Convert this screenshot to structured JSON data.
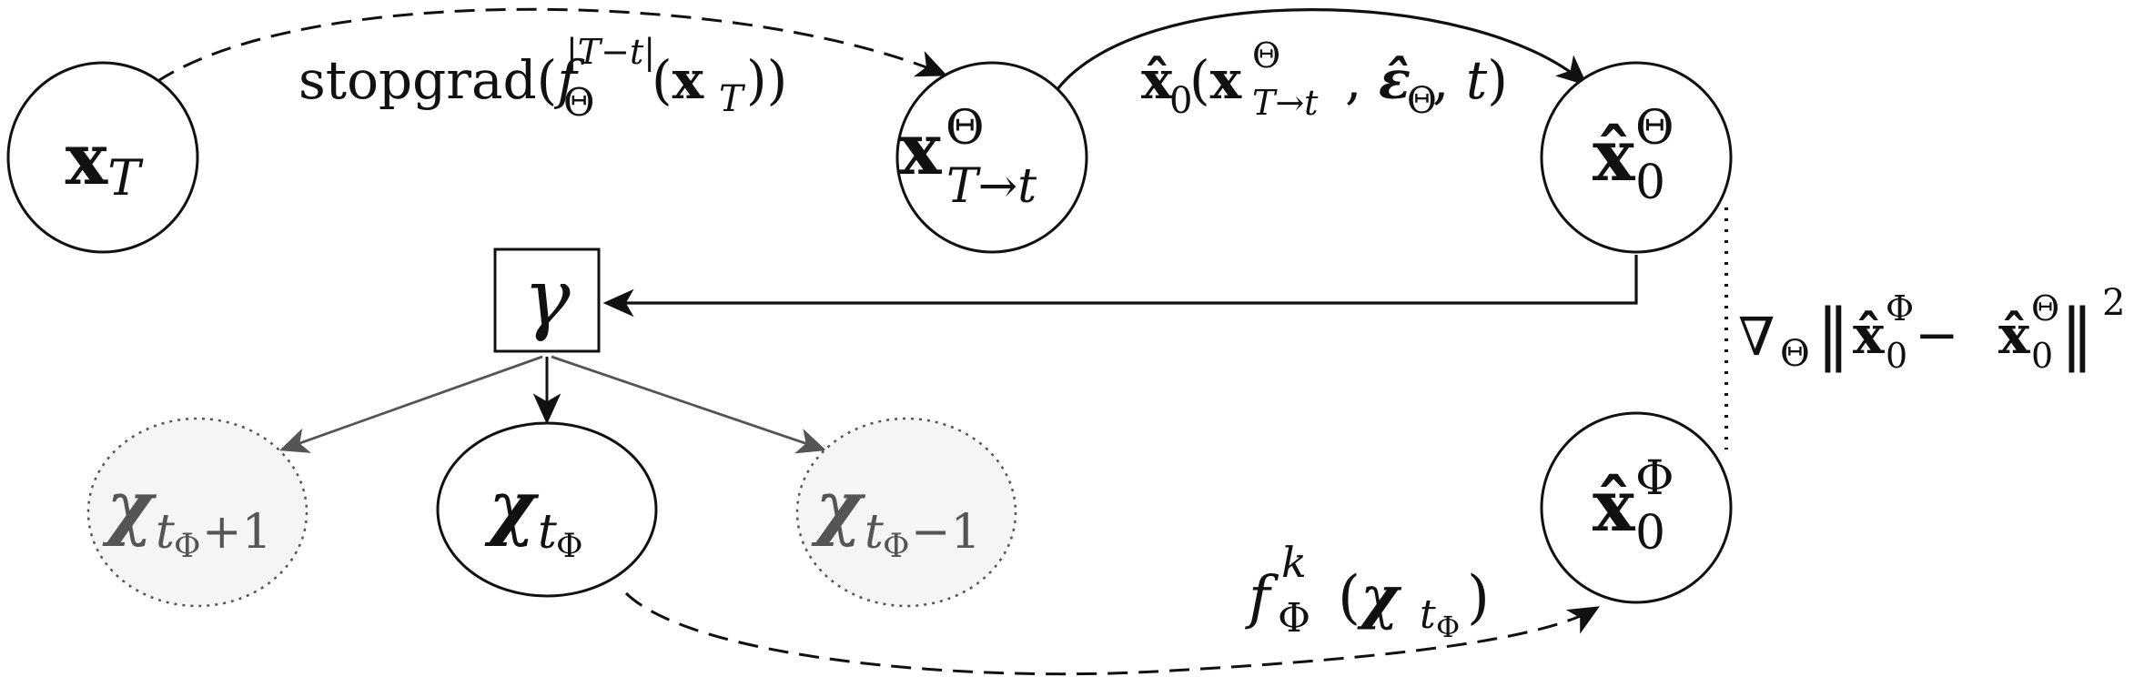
{
  "nodes": {
    "x_T": {
      "main": "x",
      "sub": "T"
    },
    "x_T_to_t": {
      "main": "x",
      "sup": "Θ",
      "sub": "T→t"
    },
    "x0_hat_theta": {
      "main": "x̂",
      "sup": "Θ",
      "sub": "0"
    },
    "x0_hat_phi": {
      "main": "x̂",
      "sup": "Φ",
      "sub": "0"
    },
    "gamma": {
      "main": "γ"
    },
    "chi_t_phi": {
      "main": "χ",
      "sub": "t",
      "subsub": "Φ"
    },
    "chi_t_phi_plus": {
      "main": "χ",
      "sub": "t",
      "subsub": "Φ",
      "tail": "+1"
    },
    "chi_t_phi_minus": {
      "main": "χ",
      "sub": "t",
      "subsub": "Φ",
      "tail": "−1"
    }
  },
  "edges": {
    "stopgrad": {
      "text": "stopgrad(",
      "f": "f",
      "sub": "Θ",
      "sup": "|T−t|",
      "open": "(",
      "arg": "x",
      "arg_sub": "T",
      "close": "))"
    },
    "x0_fn": {
      "x0": "x̂",
      "x0_sub": "0",
      "open": "(",
      "x": "x",
      "x_sup": "Θ",
      "x_sub": "T→t",
      "comma1": ", ",
      "eps": "ε̂",
      "eps_sub": "Θ",
      "comma2": ", ",
      "t": "t",
      "close": ")"
    },
    "f_phi_k": {
      "f": "f",
      "sup": "k",
      "sub": "Φ",
      "open": "(",
      "chi": "χ",
      "chi_sub": "t",
      "chi_subsub": "Φ",
      "close": ")"
    },
    "gradient": {
      "nabla": "∇",
      "nabla_sub": "Θ",
      "norm_open": "‖",
      "a": "x̂",
      "a_sup": "Φ",
      "a_sub": "0",
      "minus": " − ",
      "b": "x̂",
      "b_sup": "Θ",
      "b_sub": "0",
      "norm_close": "‖",
      "power": "2"
    }
  },
  "colors": {
    "stroke": "#111111",
    "gray_stroke": "#555555",
    "gray_fill": "#f5f5f5"
  }
}
